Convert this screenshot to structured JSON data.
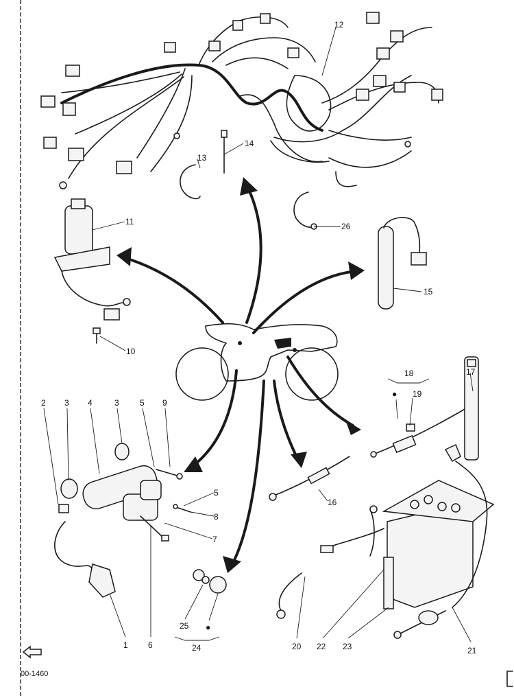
{
  "document": {
    "code": "00-1460"
  },
  "parts": {
    "p1": "1",
    "p2": "2",
    "p3a": "3",
    "p3b": "3",
    "p4": "4",
    "p5a": "5",
    "p5b": "5",
    "p6": "6",
    "p7": "7",
    "p8": "8",
    "p9": "9",
    "p10": "10",
    "p11": "11",
    "p12": "12",
    "p13": "13",
    "p14": "14",
    "p15": "15",
    "p16": "16",
    "p17": "17",
    "p18": "18",
    "p19": "19",
    "p20": "20",
    "p21": "21",
    "p22": "22",
    "p23": "23",
    "p24": "24",
    "p25": "25",
    "p26": "26"
  },
  "symbols": {
    "bullet_18": "●",
    "bullet_24": "●"
  },
  "colors": {
    "ink": "#1a1a1a",
    "paper": "#ffffff"
  }
}
